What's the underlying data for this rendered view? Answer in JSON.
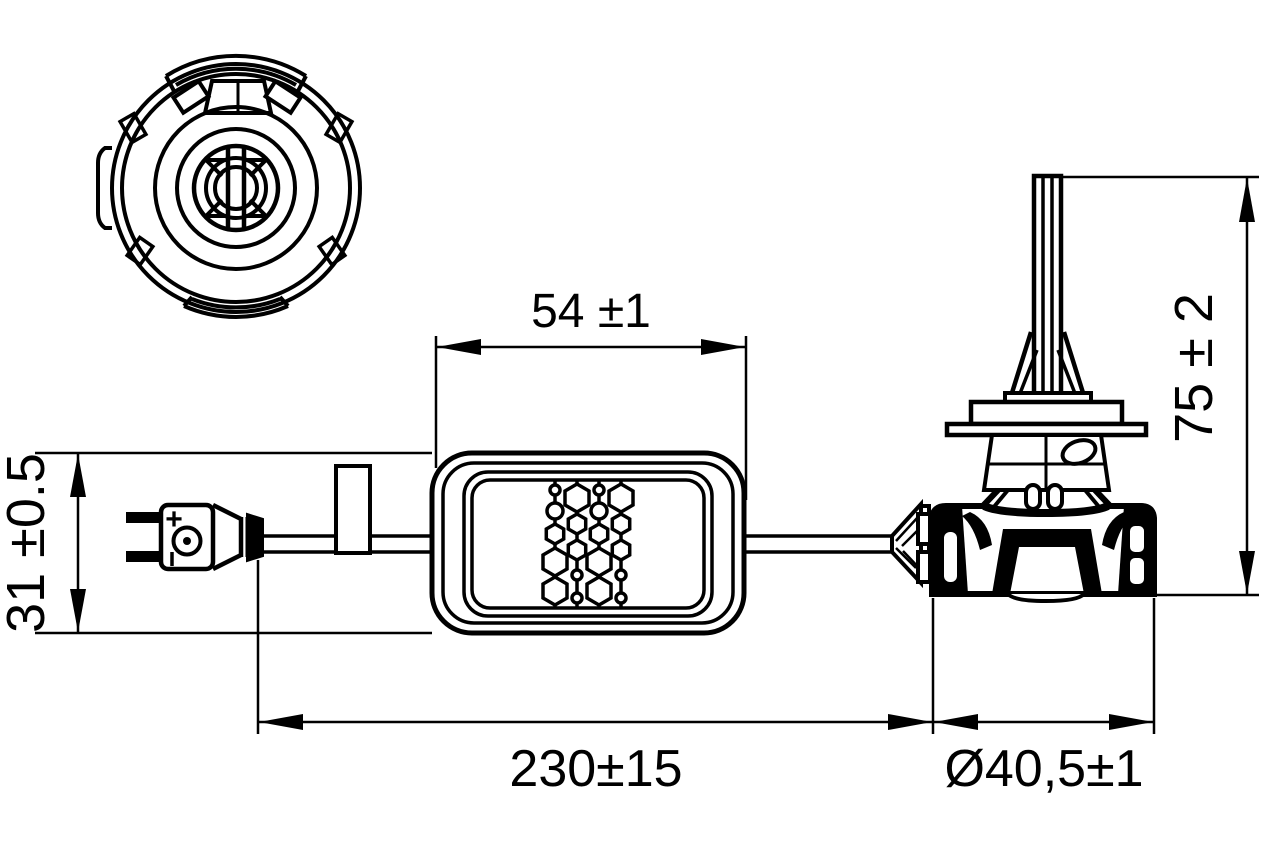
{
  "labels": {
    "box_width": "54 ±1",
    "box_height": "31 ±0.5",
    "bulb_height": "75 ± 2",
    "cable_length": "230±15",
    "bulb_diameter": "Ø40,5±1",
    "plug_polarity": "+"
  },
  "colors": {
    "ink": "#000000",
    "paper": "#ffffff"
  }
}
